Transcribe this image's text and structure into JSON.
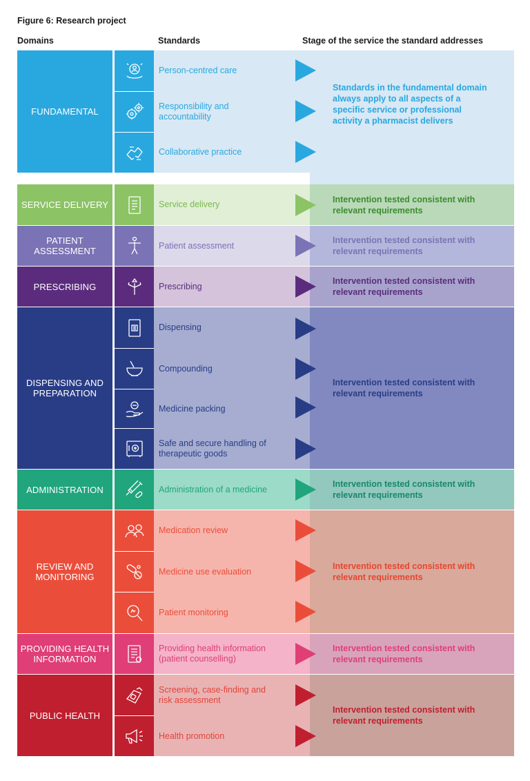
{
  "title": "Figure 6: Research project",
  "headers": {
    "domains": "Domains",
    "standards": "Standards",
    "stage": "Stage of the service the standard addresses"
  },
  "colors": {
    "fundamental": "#29a8df",
    "service_delivery": "#8cc365",
    "patient_assessment": "#7a73b5",
    "prescribing": "#5b2c7d",
    "dispensing": "#293d86",
    "administration": "#20a57c",
    "review": "#ea4e3b",
    "providing_info": "#df3e77",
    "public_health": "#c01f2f"
  },
  "rows": {
    "fundamental": {
      "domain": "FUNDAMENTAL",
      "standards": [
        "Person-centred care",
        "Responsibility and accountability",
        "Collaborative practice"
      ],
      "icons": [
        "person-centred-care-icon",
        "gears-icon",
        "collaboration-icon"
      ],
      "stage": "Standards in the fundamental domain always apply to all aspects of a specific service or professional activity a pharmacist delivers"
    },
    "service_delivery": {
      "domain": "SERVICE DELIVERY",
      "standards": [
        "Service delivery"
      ],
      "icons": [
        "clipboard-icon"
      ],
      "stage": "Intervention tested consistent with relevant requirements"
    },
    "patient_assessment": {
      "domain": "PATIENT ASSESSMENT",
      "standards": [
        "Patient assessment"
      ],
      "icons": [
        "body-figure-icon"
      ],
      "stage": "Intervention tested consistent with relevant requirements"
    },
    "prescribing": {
      "domain": "PRESCRIBING",
      "standards": [
        "Prescribing"
      ],
      "icons": [
        "direction-arrows-icon"
      ],
      "stage": "Intervention tested consistent with relevant requirements"
    },
    "dispensing": {
      "domain": "DISPENSING AND PREPARATION",
      "standards": [
        "Dispensing",
        "Compounding",
        "Medicine packing",
        "Safe and secure handling of therapeutic goods"
      ],
      "icons": [
        "document-icon",
        "mortar-pestle-icon",
        "hand-pill-icon",
        "safe-icon"
      ],
      "stage": "Intervention tested consistent with relevant requirements"
    },
    "administration": {
      "domain": "ADMINISTRATION",
      "standards": [
        "Administration of a medicine"
      ],
      "icons": [
        "syringe-icon"
      ],
      "stage": "Intervention tested consistent with relevant requirements"
    },
    "review": {
      "domain": "REVIEW AND MONITORING",
      "standards": [
        "Medication review",
        "Medicine use evaluation",
        "Patient monitoring"
      ],
      "icons": [
        "people-icon",
        "pills-icon",
        "magnifier-icon"
      ],
      "stage": "Intervention tested consistent with relevant requirements"
    },
    "providing_info": {
      "domain": "PROVIDING HEALTH INFORMATION",
      "standards": [
        "Providing health information (patient counselling)"
      ],
      "icons": [
        "info-document-icon"
      ],
      "stage": "Intervention tested consistent with relevant requirements"
    },
    "public_health": {
      "domain": "PUBLIC HEALTH",
      "standards": [
        "Screening, case-finding and risk assessment",
        "Health promotion"
      ],
      "icons": [
        "wrist-icon",
        "megaphone-icon"
      ],
      "stage": "Intervention tested consistent with relevant requirements"
    }
  }
}
